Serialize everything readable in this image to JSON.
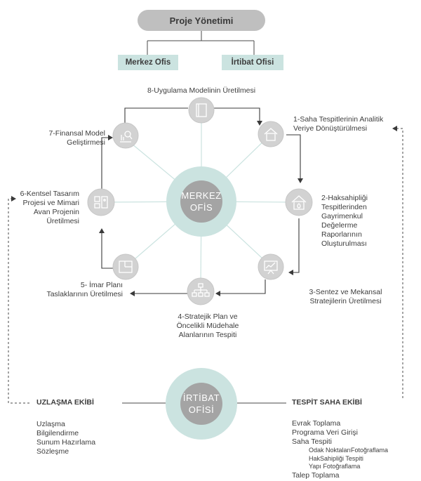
{
  "header": {
    "title": "Proje Yönetimi",
    "left_office": "Merkez Ofis",
    "right_office": "İrtibat Ofisi"
  },
  "hub_main": {
    "line1": "MERKEZ",
    "line2": "OFİS"
  },
  "hub_liaison": {
    "line1": "İRTİBAT",
    "line2": "OFİSİ"
  },
  "steps": {
    "s1": [
      "1-Saha Tespitlerinin Analitik",
      "Veriye Dönüştürülmesi"
    ],
    "s2": [
      "2-Haksahipliği",
      "Tespitlerinden",
      "Gayrimenkul",
      "Değelerme",
      "Raporlarının",
      "Oluşturulması"
    ],
    "s3": [
      "3-Sentez ve Mekansal",
      "Stratejilerin Üretilmesi"
    ],
    "s4": [
      "4-Stratejik Plan ve",
      "Öncelikli Müdehale",
      "Alanlarının Tespiti"
    ],
    "s5": [
      "5- İmar Planı",
      "Taslaklarının Üretilmesi"
    ],
    "s6": [
      "6-Kentsel Tasarım",
      "Projesi ve Mimari",
      "Avan Projenin",
      "Üretilmesi"
    ],
    "s7": [
      "7-Finansal Model",
      "Geliştirmesi"
    ],
    "s8": [
      "8-Uygulama Modelinin Üretilmesi"
    ]
  },
  "left_team": {
    "title": "UZLAŞMA EKİBİ",
    "items": [
      "Uzlaşma",
      "Bilgilendirme",
      "Sunum Hazırlama",
      "Sözleşme"
    ]
  },
  "right_team": {
    "title": "TESPİT SAHA EKİBİ",
    "items": [
      "Evrak Toplama",
      "Programa Veri Girişi",
      "Saha Tespiti"
    ],
    "subitems": [
      "Odak NoktalarıFotoğraflama",
      "HakSahipliği Tespiti",
      "Yapı Fotoğraflama"
    ],
    "last_item": "Talep Toplama"
  },
  "colors": {
    "ring": "#cbe3e0",
    "core": "#a4a4a4",
    "node": "#d2d2d2",
    "spoke": "#cbe3e0",
    "arrow": "#3a3a3a",
    "title_box": "#bfbfbf"
  }
}
